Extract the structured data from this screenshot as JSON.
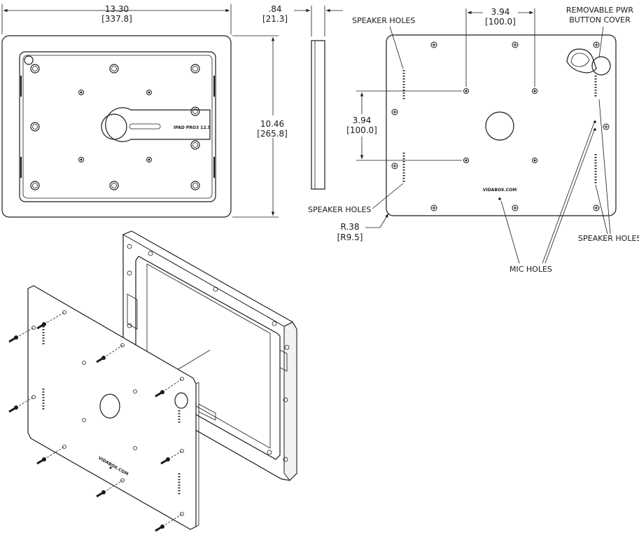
{
  "front_view": {
    "width_in": "13.30",
    "width_mm": "[337.8]",
    "height_in": "10.46",
    "height_mm": "[265.8]",
    "engraving": "IPAD PRO3 12.9"
  },
  "side_view": {
    "depth_in": ".84",
    "depth_mm": "[21.3]"
  },
  "back_view": {
    "speaker_holes_top": "SPEAKER HOLES",
    "speaker_holes_left": "SPEAKER HOLES",
    "speaker_holes_right": "SPEAKER HOLES",
    "vesa_h_in": "3.94",
    "vesa_h_mm": "[100.0]",
    "vesa_v_in": "3.94",
    "vesa_v_mm": "[100.0]",
    "pwr_cover_line1": "REMOVABLE PWR",
    "pwr_cover_line2": "BUTTON COVER",
    "corner_radius_in": "R.38",
    "corner_radius_mm": "[R9.5]",
    "mic_holes": "MIC HOLES",
    "brand": "VIDABOX.COM"
  },
  "exploded_view": {
    "brand": "VIDABOX.COM"
  }
}
